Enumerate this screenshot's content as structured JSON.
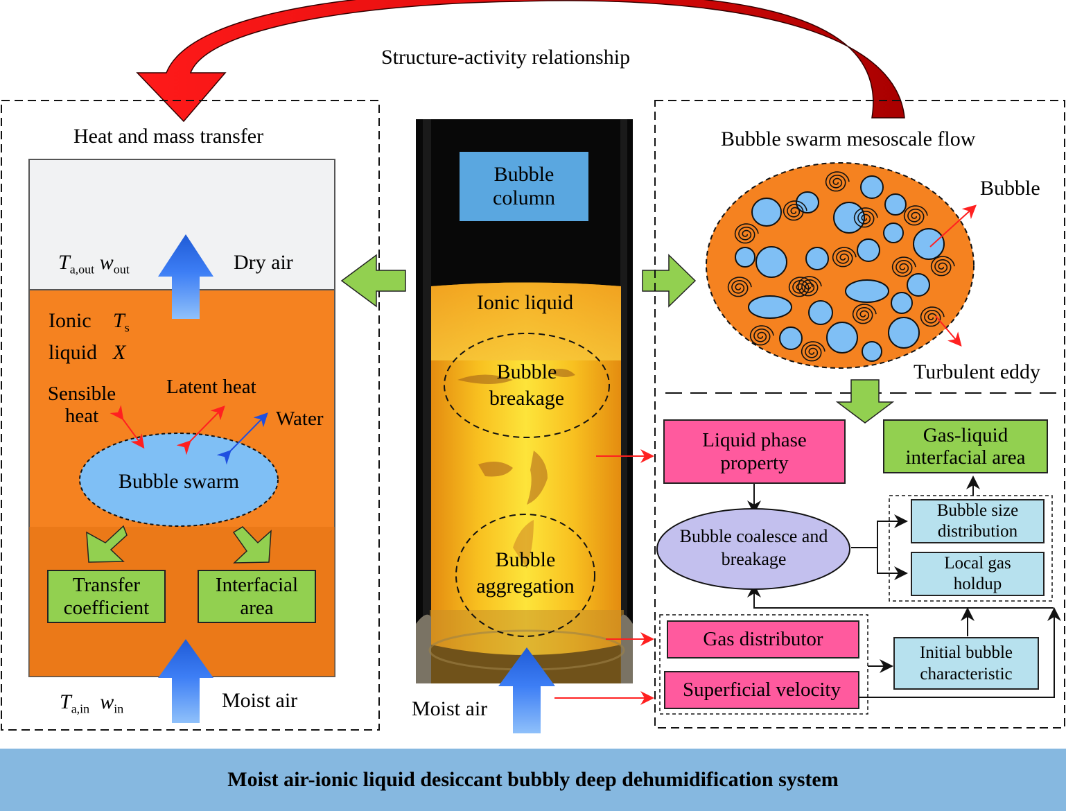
{
  "title_arc": "Structure-activity relationship",
  "left_panel": {
    "heading": "Heat and mass transfer",
    "outlet_T": "T",
    "outlet_T_sub": "a,out",
    "outlet_w": "w",
    "outlet_w_sub": "out",
    "dry_air": "Dry air",
    "ionic_label_1": "Ionic",
    "ionic_label_2": "liquid",
    "Ts": "T",
    "Ts_sub": "s",
    "X": "X",
    "sensible": "Sensible heat",
    "latent": "Latent heat",
    "water": "Water",
    "bubble_swarm": "Bubble swarm",
    "transfer_coef": "Transfer coefficient",
    "interfacial_area": "Interfacial area",
    "inlet_T": "T",
    "inlet_T_sub": "a,in",
    "inlet_w": "w",
    "inlet_w_sub": "in",
    "moist_air": "Moist air"
  },
  "center": {
    "bubble_column": "Bubble column",
    "ionic_liquid": "Ionic liquid",
    "breakage": "Bubble breakage",
    "aggregation": "Bubble aggregation",
    "moist_air": "Moist air"
  },
  "right_panel": {
    "heading": "Bubble swarm mesoscale flow",
    "bubble_label": "Bubble",
    "eddy_label": "Turbulent eddy",
    "liquid_phase": "Liquid phase property",
    "gas_liquid": "Gas-liquid interfacial area",
    "coalesce": "Bubble coalesce and breakage",
    "size_dist": "Bubble size distribution",
    "gas_holdup": "Local gas holdup",
    "gas_distributor": "Gas distributor",
    "superficial": "Superficial velocity",
    "initial_bubble": "Initial bubble characteristic"
  },
  "banner": "Moist air-ionic liquid desiccant bubbly deep dehumidification system",
  "colors": {
    "orange": "#f58220",
    "bubble_blue": "#7fbff5",
    "green": "#92d050",
    "pink": "#ff5a9e",
    "lavender": "#c3c0ee",
    "light_cyan": "#b7e1ee",
    "red_arrow": "#d40000",
    "banner": "#86b8e0"
  }
}
